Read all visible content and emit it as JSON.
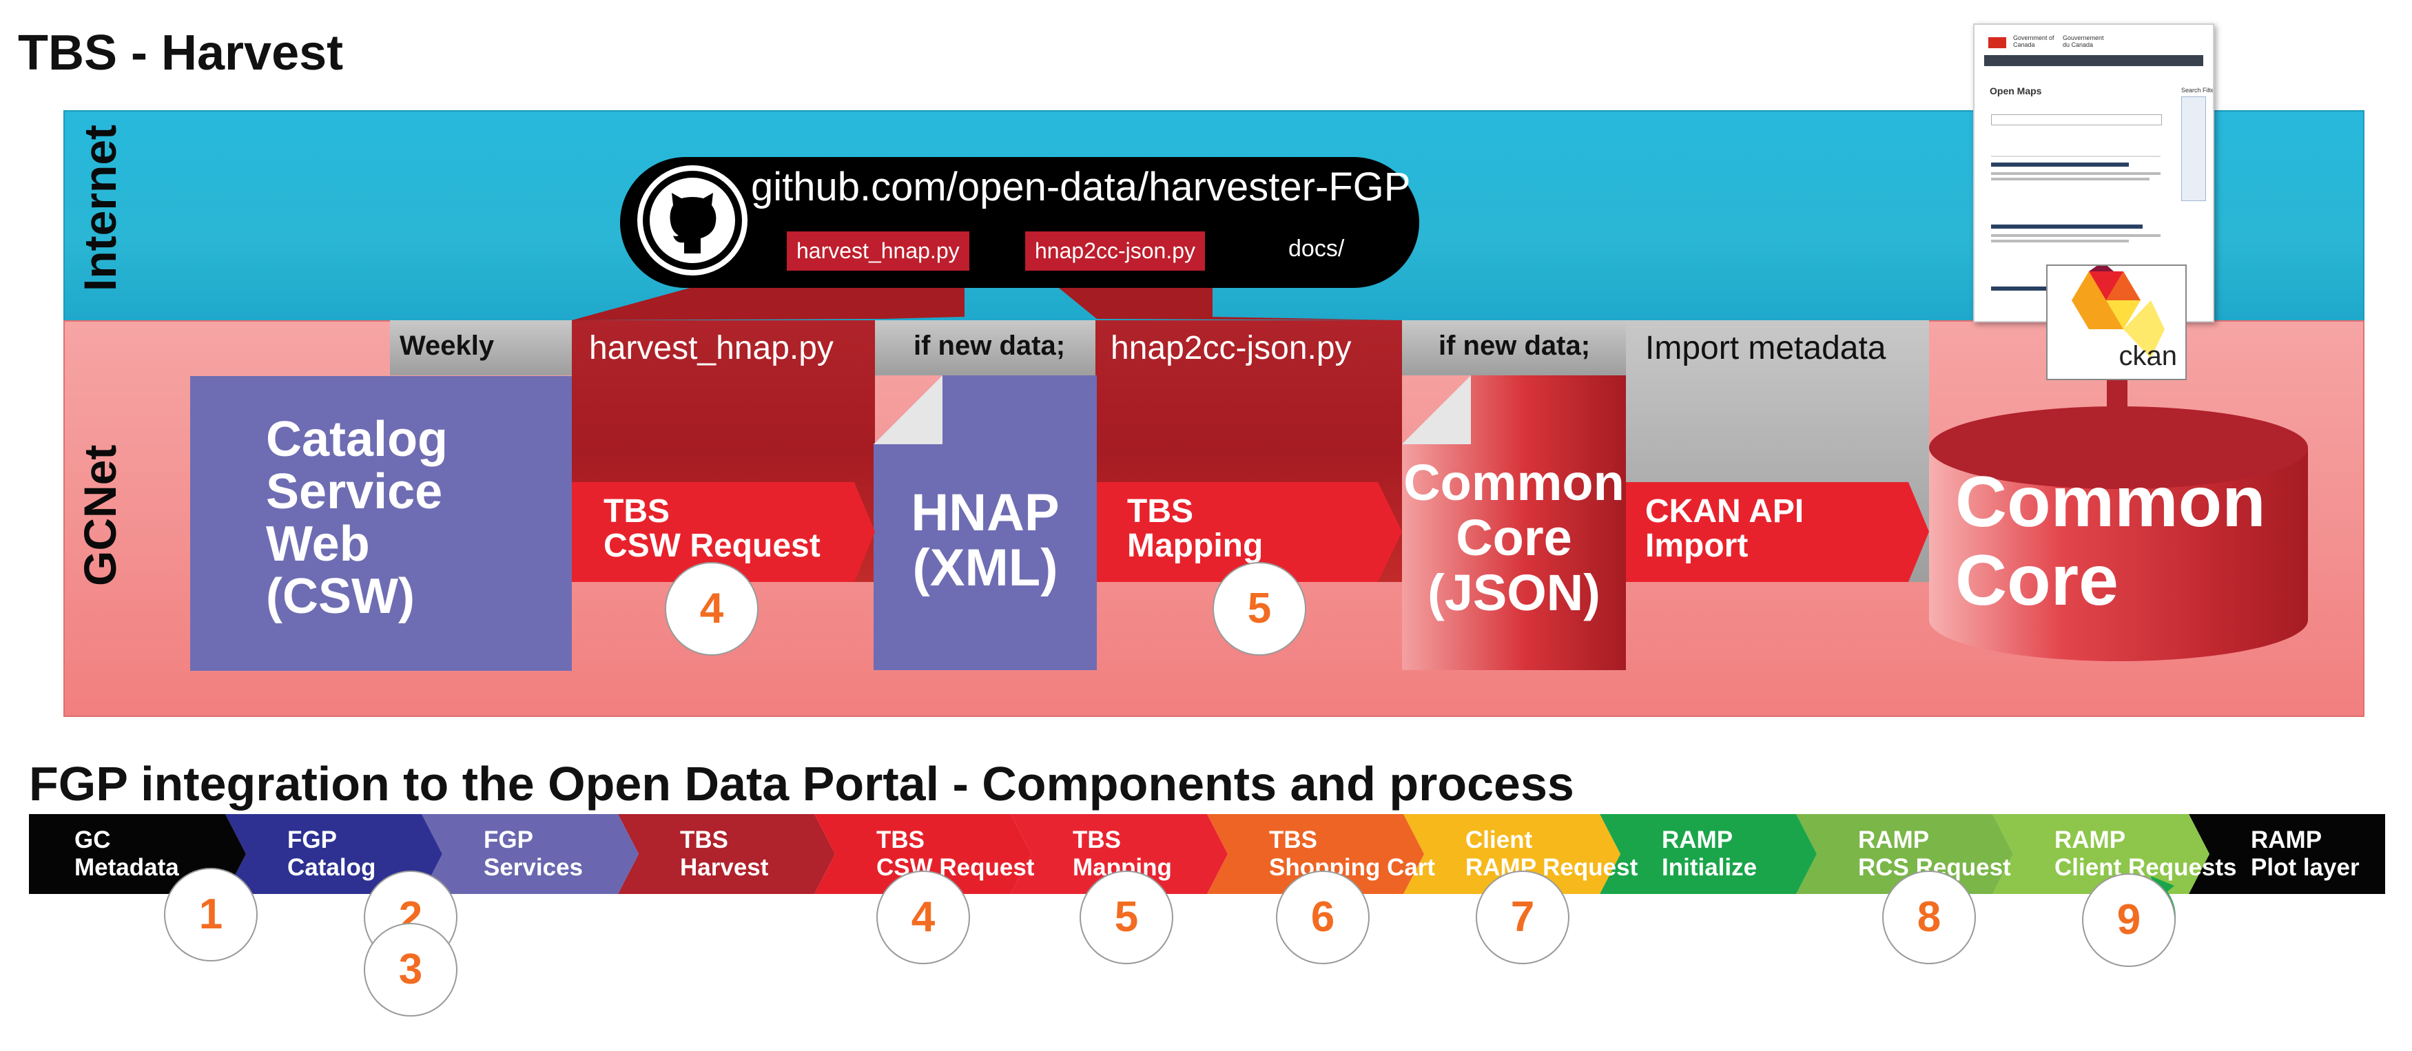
{
  "title": "TBS - Harvest",
  "zones": {
    "internet": "Internet",
    "gcnet": "GCNet"
  },
  "repo": {
    "url": "github.com/open-data/harvester-FGP",
    "files": [
      "harvest_hnap.py",
      "hnap2cc-json.py",
      "docs/"
    ]
  },
  "columns": {
    "weekly": "Weekly",
    "harvest_script": "harvest_hnap.py",
    "if_new_1": "if new data;",
    "mapping_script": "hnap2cc-json.py",
    "if_new_2": "if new data;",
    "import_meta": "Import metadata"
  },
  "blocks": {
    "csw": [
      "Catalog",
      "Service",
      "Web",
      "(CSW)"
    ],
    "hnap": [
      "HNAP",
      "(XML)"
    ],
    "common_core_json": [
      "Common",
      "Core",
      "(JSON)"
    ],
    "common_core_db": [
      "Common",
      "Core"
    ]
  },
  "arrows": {
    "csw_request": [
      "TBS",
      "CSW Request"
    ],
    "mapping": [
      "TBS",
      "Mapping"
    ],
    "ckan_import": [
      "CKAN API",
      "Import"
    ]
  },
  "step_numbers": {
    "csw_request": "4",
    "mapping": "5"
  },
  "ckan_logo": "ckan",
  "portal_thumb": {
    "gov_en": "Government of Canada",
    "gov_fr": "Gouvernement du Canada",
    "heading": "Open Maps",
    "filters": "Search Filters"
  },
  "subtitle": "FGP integration to the Open Data Portal - Components and process",
  "process_strip": [
    {
      "label": [
        "GC",
        "Metadata"
      ],
      "color": "#050505"
    },
    {
      "label": [
        "FGP",
        "Catalog"
      ],
      "color": "#2e3192"
    },
    {
      "label": [
        "FGP",
        "Services"
      ],
      "color": "#6a67b0"
    },
    {
      "label": [
        "TBS",
        "Harvest"
      ],
      "color": "#b0222c"
    },
    {
      "label": [
        "TBS",
        "CSW Request"
      ],
      "color": "#e6202a"
    },
    {
      "label": [
        "TBS",
        "Mapping"
      ],
      "color": "#e92431"
    },
    {
      "label": [
        "TBS",
        "Shopping Cart"
      ],
      "color": "#ee6424"
    },
    {
      "label": [
        "Client",
        "RAMP Request"
      ],
      "color": "#f6b81b"
    },
    {
      "label": [
        "RAMP",
        "Initialize"
      ],
      "color": "#1aa54a"
    },
    {
      "label": [
        "RAMP",
        "RCS Request"
      ],
      "color": "#7ab648"
    },
    {
      "label": [
        "RAMP",
        "Client Requests"
      ],
      "color": "#8dc64a"
    },
    {
      "label": [
        "RAMP",
        "Plot layer"
      ],
      "color": "#050505"
    }
  ],
  "process_steps": [
    "1",
    "2",
    "3",
    "4",
    "5",
    "6",
    "7",
    "8",
    "9"
  ],
  "colors": {
    "internet": "#27b8dc",
    "gcnet": "#f39191",
    "csw_purple": "#6e6db3",
    "tbs_red": "#e8222c",
    "dark_red": "#a51c22",
    "step_orange": "#f26c21"
  }
}
